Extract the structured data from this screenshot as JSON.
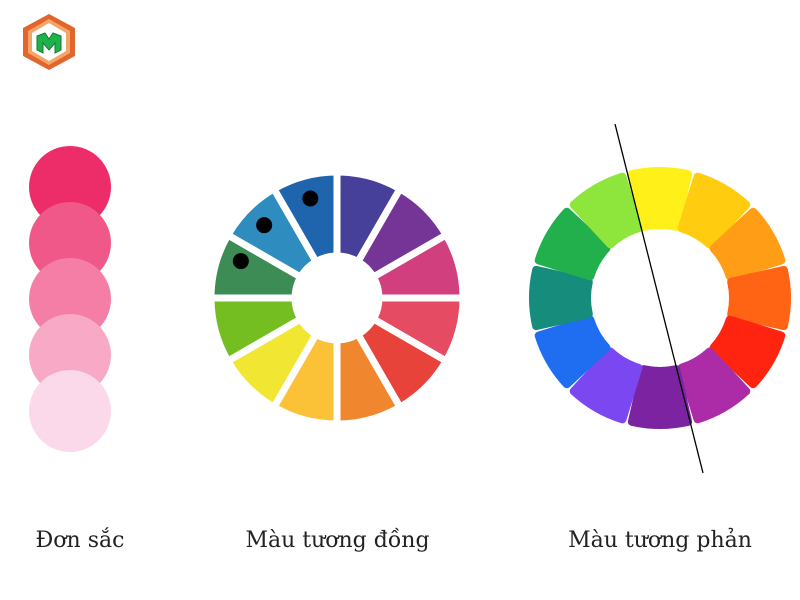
{
  "captions": {
    "monochrome": "Đơn sắc",
    "analogous": "Màu tương đồng",
    "complementary": "Màu tương phản"
  },
  "logo": {
    "icon": "hexagon-cube-logo",
    "colors": {
      "frame": "#e2662c",
      "inner": "#f4a66a",
      "face": "#ffffff",
      "mark": "#1eb24a",
      "mark_dark": "#127a32"
    }
  },
  "monochrome_swatches": [
    "#ec2d6a",
    "#f0588a",
    "#f47ea6",
    "#f8a9c6",
    "#fbd9ea"
  ],
  "analogous_wheel": {
    "segments": [
      "#47409a",
      "#743597",
      "#d23f7e",
      "#e54b63",
      "#e7433a",
      "#f0872e",
      "#fbc238",
      "#f1e632",
      "#74be21",
      "#3d8c55",
      "#2e8cbf",
      "#1f65ad"
    ],
    "marked_segments": [
      9,
      10,
      11
    ],
    "marker_color": "#000000"
  },
  "complementary_wheel": {
    "segments": [
      "#fff01a",
      "#ffcc10",
      "#ff9d16",
      "#ff6414",
      "#ff2410",
      "#ac2ca8",
      "#7c23a2",
      "#7b47f0",
      "#1f6ef2",
      "#158c7c",
      "#21b04c",
      "#8ee53c"
    ],
    "divider_color": "#000000"
  }
}
